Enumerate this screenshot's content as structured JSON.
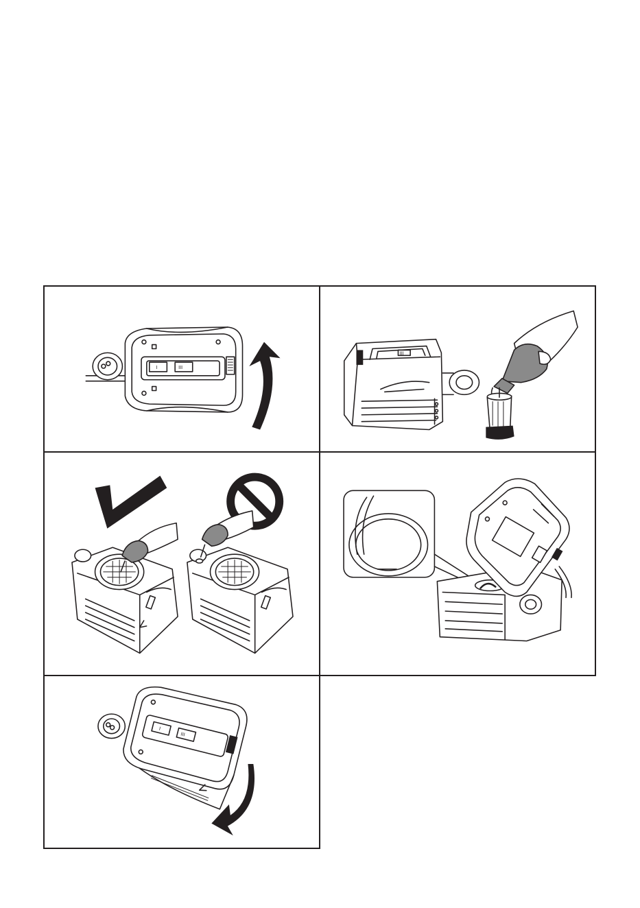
{
  "page": {
    "background": "#ffffff",
    "ink": "#231f20"
  },
  "panels": [
    {
      "id": "step-1",
      "icon": "rotate-up-arrow-icon"
    },
    {
      "id": "step-2",
      "icon": "fill-bottle-icon"
    },
    {
      "id": "step-3",
      "icons": [
        "check-mark-icon",
        "prohibited-icon"
      ]
    },
    {
      "id": "step-4",
      "icon": "detail-callout-icon"
    },
    {
      "id": "step-5",
      "icon": "rotate-down-arrow-icon"
    }
  ],
  "device": {
    "power_switch_label": "I",
    "level_indicator": "III"
  }
}
